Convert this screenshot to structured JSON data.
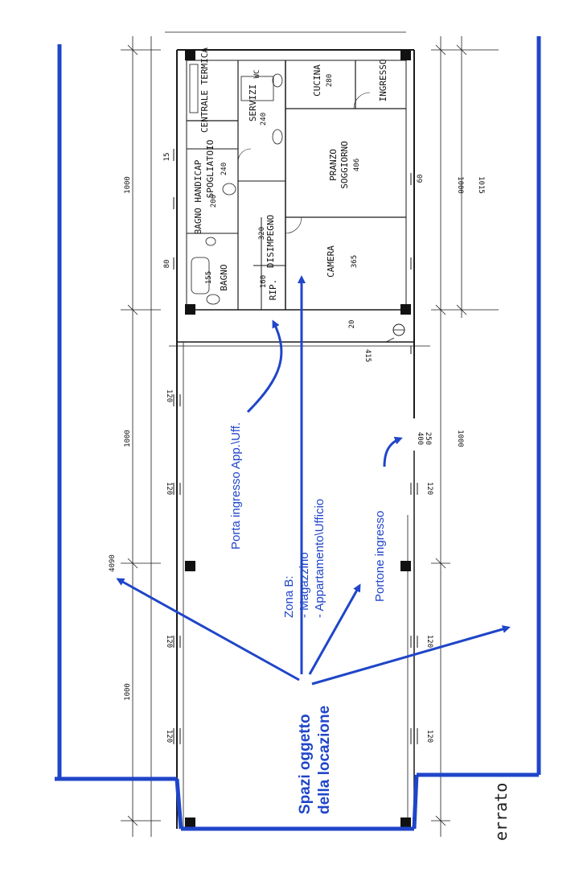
{
  "rooms": {
    "centrale_termica": "CENTRALE TERMICA",
    "servizi": "SERVIZI",
    "servizi_dim": "240",
    "wc": "WC",
    "cucina": "CUCINA",
    "cucina_dim": "280",
    "ingresso": "INGRESSO",
    "spogliatoio": "SPOGLIATOIO",
    "spogliatoio_dim": "240",
    "pranzo": "PRANZO",
    "soggiorno": "SOGGIORNO",
    "pranzo_dim": "406",
    "bagno_handicap": "BAGNO HANDICAP",
    "bagno_handicap_dim": "200",
    "disimpegno": "DISIMPEGNO",
    "disimpegno_dim": "320",
    "camera": "CAMERA",
    "camera_dim": "365",
    "bagno": "BAGNO",
    "bagno_dim": "155",
    "rip": "RIP.",
    "rip_dim": "160"
  },
  "dimensions": {
    "d1000_a": "1000",
    "d1000_b": "1000",
    "d1000_c": "1000",
    "d1000_d": "1000",
    "d1000_e": "1000",
    "d1015": "1015",
    "d4090": "4090",
    "d250": "250",
    "d400": "400",
    "d415": "415",
    "d20": "20",
    "d120": "120",
    "d80": "80",
    "d15": "15",
    "d60": "60"
  },
  "annotations": {
    "porta_ingresso": "Porta ingresso App.\\Uff.",
    "zona_b_title": "Zona B:",
    "zona_b_item1": "- Magazzino",
    "zona_b_item2": "- Appartamento\\Ufficio",
    "portone_ingresso": "Portone ingresso",
    "spazi_line1": "Spazi oggetto",
    "spazi_line2": "della locazione"
  },
  "edge_label": "errato",
  "colors": {
    "annotation_blue": "#1f45c9",
    "drawing_black": "#1a1a1a",
    "background": "#ffffff"
  }
}
